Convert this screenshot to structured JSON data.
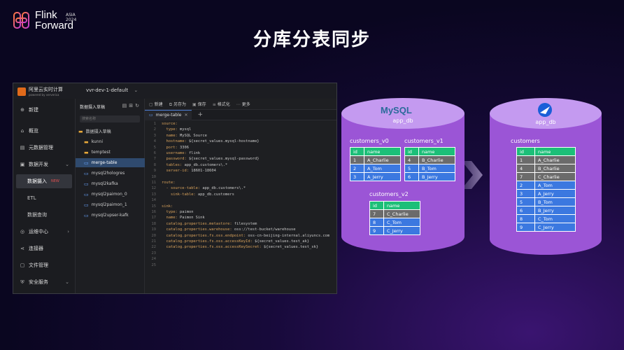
{
  "header": {
    "logo_line1": "Flink",
    "logo_line2": "Forward",
    "logo_asia": "ASIA 2024",
    "title": "分库分表同步"
  },
  "ide": {
    "brand": "阿里云实时计算",
    "brand_sub": "powered by ververica",
    "workspace": "vvr-dev-1-default",
    "nav": [
      {
        "icon": "plus-icon",
        "label": "新建"
      },
      {
        "icon": "overview-icon",
        "label": "概览"
      },
      {
        "icon": "metadata-icon",
        "label": "元数据管理"
      },
      {
        "icon": "dev-icon",
        "label": "数据开发"
      },
      {
        "label": "数据摄入",
        "tag": "NEW"
      },
      {
        "label": "ETL"
      },
      {
        "label": "数据查询"
      },
      {
        "icon": "ops-icon",
        "label": "运维中心"
      },
      {
        "icon": "connector-icon",
        "label": "连接器"
      },
      {
        "icon": "file-icon",
        "label": "文件管理"
      },
      {
        "icon": "security-icon",
        "label": "安全服务"
      }
    ],
    "tree": {
      "header": "数据摄入草稿",
      "search_placeholder": "搜索名称",
      "items": [
        {
          "label": "数据摄入草稿",
          "type": "folder"
        },
        {
          "label": "kunni",
          "type": "folder"
        },
        {
          "label": "temptest",
          "type": "folder"
        },
        {
          "label": "merge-table",
          "type": "file"
        },
        {
          "label": "mysql2hologres",
          "type": "file"
        },
        {
          "label": "mysql2kafka",
          "type": "file"
        },
        {
          "label": "mysql2paimon_0",
          "type": "file"
        },
        {
          "label": "mysql2paimon_1",
          "type": "file"
        },
        {
          "label": "mysql2upser-kafk",
          "type": "file"
        }
      ]
    },
    "toolbar": [
      "新建",
      "另存为",
      "保存",
      "格式化",
      "更多"
    ],
    "tab": "merge-table",
    "code": [
      {
        "n": "1",
        "k": "source:",
        "v": ""
      },
      {
        "n": "2",
        "k": "  type:",
        "v": " mysql"
      },
      {
        "n": "3",
        "k": "  name:",
        "v": " MySQL Source"
      },
      {
        "n": "4",
        "k": "  hostname:",
        "v": " ${secret_values.mysql-hostname}"
      },
      {
        "n": "5",
        "k": "  port:",
        "v": " 3306"
      },
      {
        "n": "6",
        "k": "  username:",
        "v": " flink"
      },
      {
        "n": "7",
        "k": "  password:",
        "v": " ${secret_values.mysql-password}"
      },
      {
        "n": "8",
        "k": "  tables:",
        "v": " app_db.customers\\.*"
      },
      {
        "n": "9",
        "k": "  server-id:",
        "v": " 18601-18604"
      },
      {
        "n": "10",
        "k": "",
        "v": ""
      },
      {
        "n": "11",
        "k": "route:",
        "v": ""
      },
      {
        "n": "12",
        "k": "  - source-table:",
        "v": " app_db.customers\\.*"
      },
      {
        "n": "13",
        "k": "    sink-table:",
        "v": " app_db.customers"
      },
      {
        "n": "14",
        "k": "",
        "v": ""
      },
      {
        "n": "15",
        "k": "sink:",
        "v": ""
      },
      {
        "n": "16",
        "k": "  type:",
        "v": " paimon"
      },
      {
        "n": "17",
        "k": "  name:",
        "v": " Paimon Sink"
      },
      {
        "n": "18",
        "k": "  catalog.properties.metastore:",
        "v": " filesystem"
      },
      {
        "n": "19",
        "k": "  catalog.properties.warehouse:",
        "v": " oss://test-bucket/warehouse"
      },
      {
        "n": "20",
        "k": "  catalog.properties.fs.oss.endpoint:",
        "v": " oss-cn-beijing-internal.aliyuncs.com"
      },
      {
        "n": "21",
        "k": "  catalog.properties.fs.oss.accessKeyId:",
        "v": " ${secret_values.test_ak}"
      },
      {
        "n": "22",
        "k": "  catalog.properties.fs.oss.accessKeySecret:",
        "v": " ${secret_values.test_sk}"
      },
      {
        "n": "23",
        "k": "",
        "v": ""
      },
      {
        "n": "24",
        "k": "",
        "v": ""
      },
      {
        "n": "25",
        "k": "",
        "v": ""
      }
    ]
  },
  "source_db": {
    "logo": "MySQL",
    "name": "app_db",
    "tables": [
      {
        "name": "customers_v0",
        "header": [
          "id",
          "name"
        ],
        "rows": [
          [
            "1",
            "A_Charlie"
          ],
          [
            "2",
            "A_Tom"
          ],
          [
            "3",
            "A_Jerry"
          ]
        ]
      },
      {
        "name": "customers_v1",
        "header": [
          "id",
          "name"
        ],
        "rows": [
          [
            "4",
            "B_Charlie"
          ],
          [
            "5",
            "B_Tom"
          ],
          [
            "6",
            "B_Jerry"
          ]
        ]
      },
      {
        "name": "customers_v2",
        "header": [
          "id",
          "name"
        ],
        "rows": [
          [
            "7",
            "C_Charlie"
          ],
          [
            "8",
            "C_Tom"
          ],
          [
            "9",
            "C_Jerry"
          ]
        ]
      }
    ]
  },
  "target_db": {
    "name": "app_db",
    "table": {
      "name": "customers",
      "header": [
        "id",
        "name"
      ],
      "rows": [
        [
          "1",
          "A_Charlie"
        ],
        [
          "4",
          "B_Charlie"
        ],
        [
          "7",
          "C_Charlie"
        ],
        [
          "2",
          "A_Tom"
        ],
        [
          "3",
          "A_Jerry"
        ],
        [
          "5",
          "B_Tom"
        ],
        [
          "6",
          "B_Jerry"
        ],
        [
          "8",
          "C_Tom"
        ],
        [
          "9",
          "C_Jerry"
        ]
      ]
    }
  },
  "colors": {
    "cylinder_body": "#9b55d6",
    "cylinder_top": "#c49af0",
    "table_header": "#1cbf78",
    "table_cell_blue": "#3b78e0",
    "table_cell_gray": "#6b6b6b"
  }
}
